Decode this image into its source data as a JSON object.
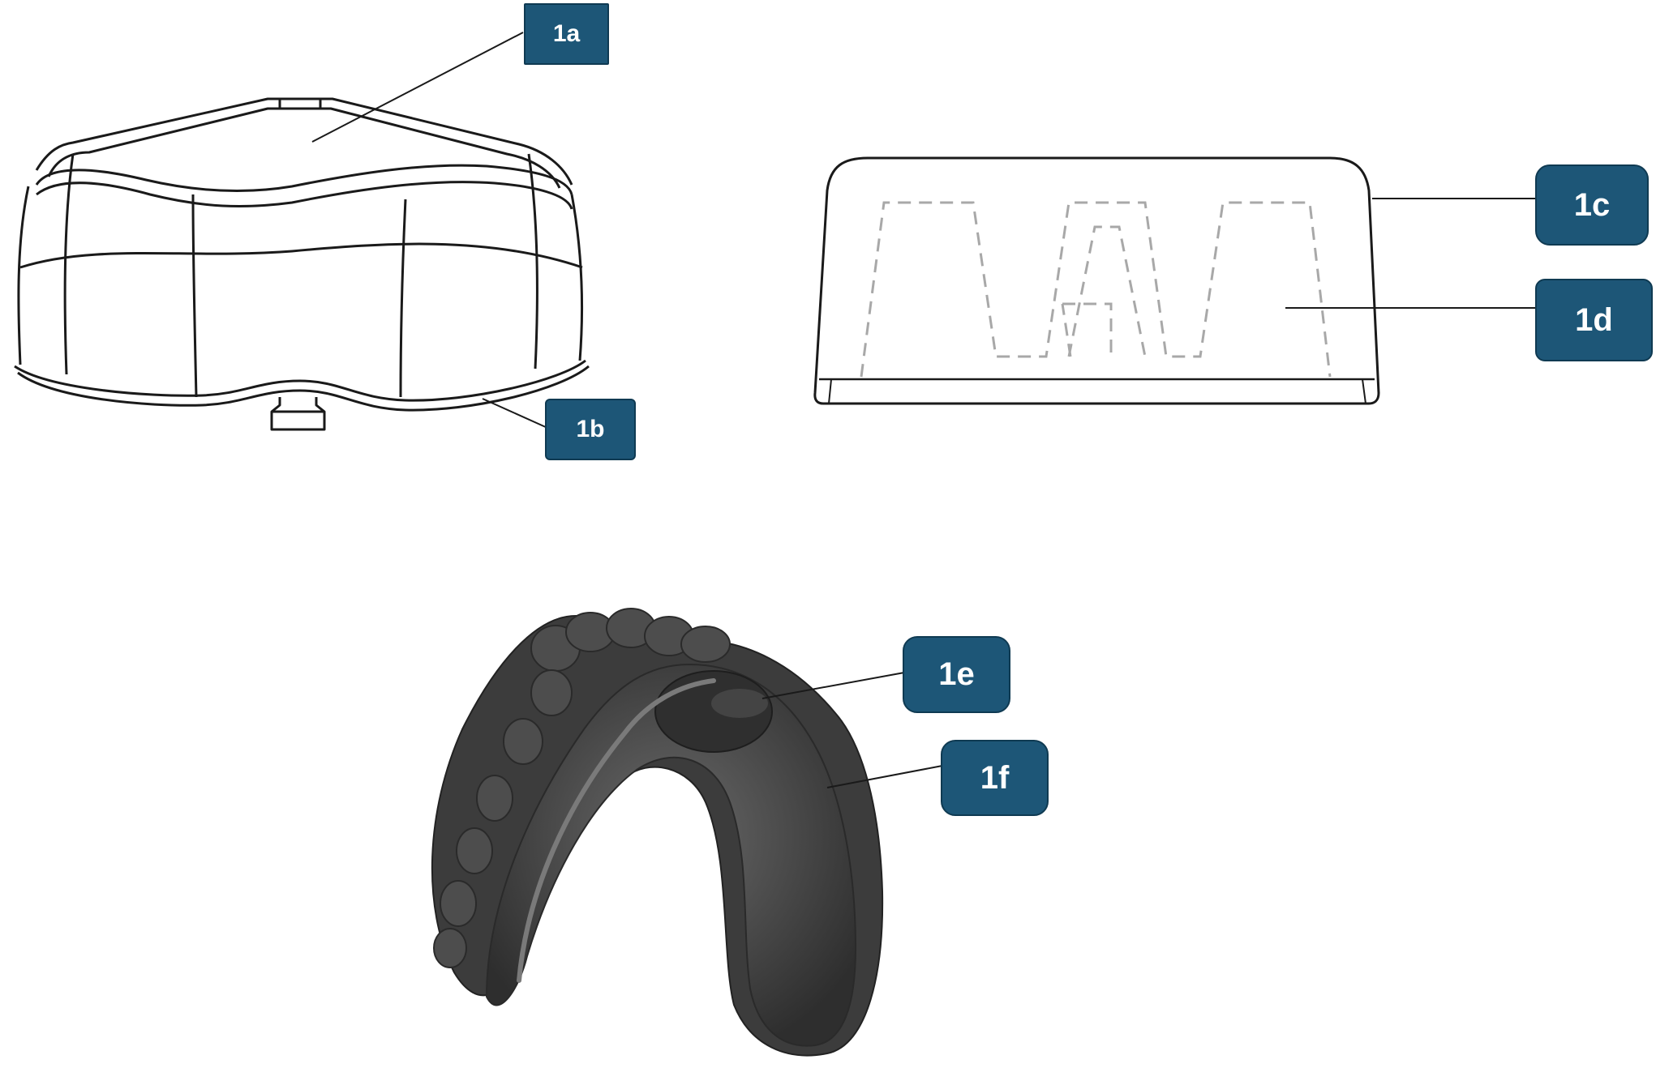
{
  "labels": {
    "a": "1a",
    "b": "1b",
    "c": "1c",
    "d": "1d",
    "e": "1e",
    "f": "1f"
  },
  "colors": {
    "label_fill": "#1d5677",
    "line": "#1a1a1a",
    "dashed_outline": "#a8a8a8",
    "mouthguard": "#4a4a4a"
  }
}
